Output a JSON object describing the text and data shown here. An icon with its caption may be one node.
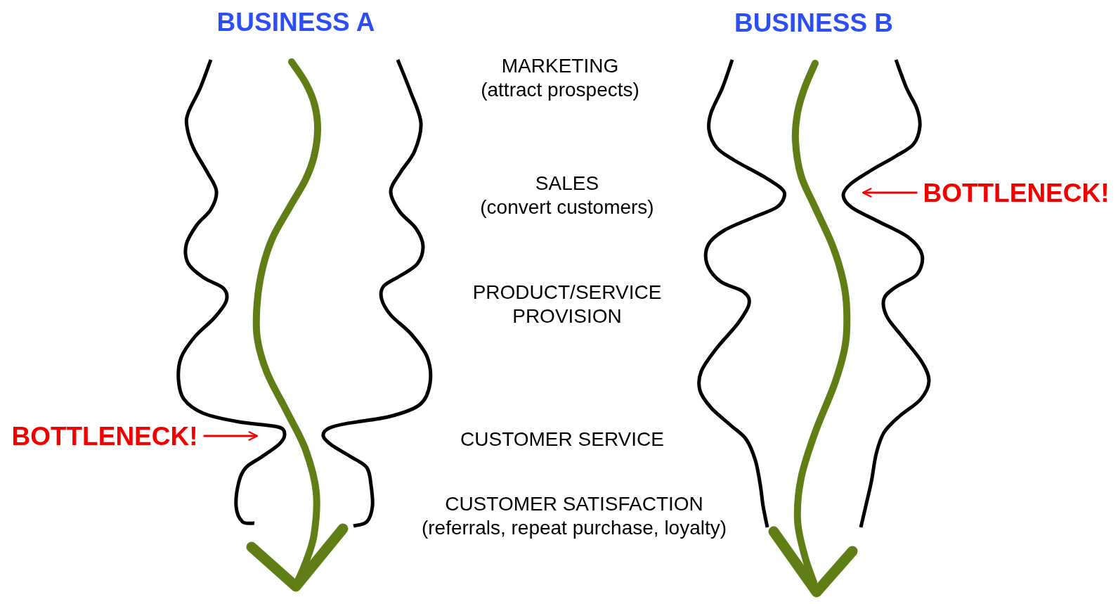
{
  "diagram": {
    "nodes": [
      {
        "text": [
          "BOTTLENECK!"
        ]
      },
      {
        "text": [
          "BOTTLENECK!"
        ]
      }
    ],
    "edges": [
      {
        "from": 0,
        "to": null,
        "arrow": "to"
      },
      {
        "from": 1,
        "to": null,
        "arrow": "to"
      }
    ],
    "labels": [
      "BUSINESS A",
      "BUSINESS B",
      "MARKETING",
      "(attract prospects)",
      "SALES",
      "(convert customers)",
      "PRODUCT/SERVICE PROVISION",
      "CUSTOMER SERVICE",
      "CUSTOMER SATISFACTION",
      "(referrals, repeat purchase, loyalty)"
    ]
  }
}
